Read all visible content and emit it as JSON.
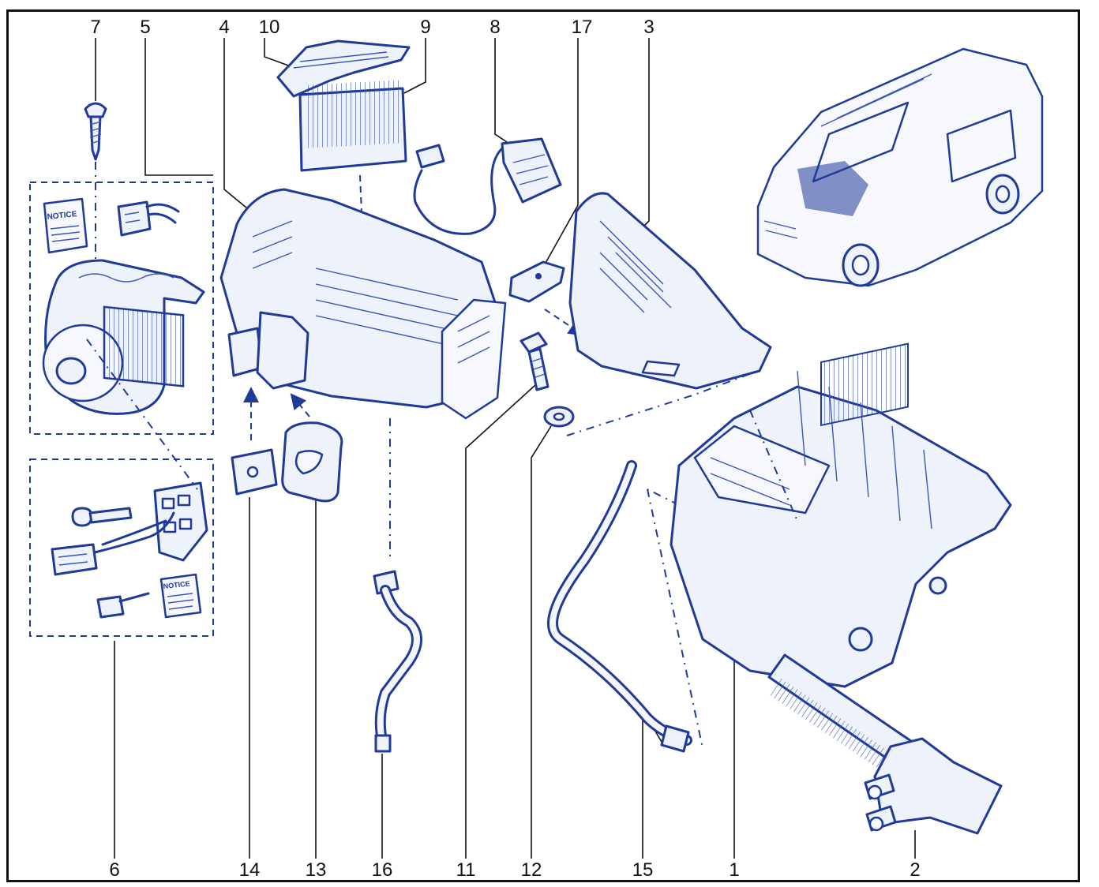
{
  "diagram": {
    "labels_top": [
      "7",
      "5",
      "4",
      "10",
      "9",
      "8",
      "17",
      "3"
    ],
    "labels_bottom": [
      "6",
      "14",
      "13",
      "16",
      "11",
      "12",
      "15",
      "1",
      "2"
    ],
    "notice_text": "NOTICE"
  },
  "colors": {
    "line": "#1f3a99",
    "fill": "#eef2fb",
    "text": "#111111",
    "frame": "#111111"
  }
}
